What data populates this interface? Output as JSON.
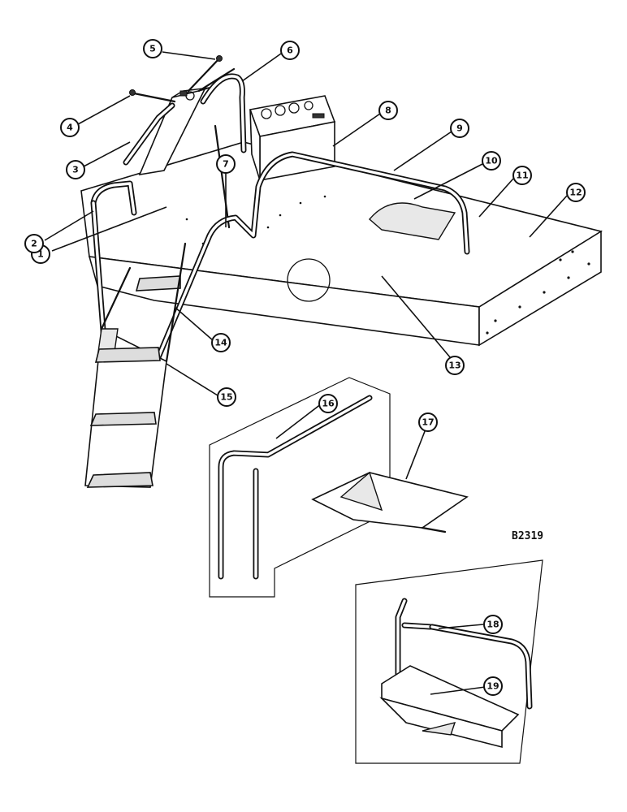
{
  "drawing_reference": "B2319",
  "callouts": [
    "1",
    "2",
    "3",
    "4",
    "5",
    "6",
    "7",
    "8",
    "9",
    "10",
    "11",
    "12",
    "13",
    "14",
    "15",
    "16",
    "17",
    "18",
    "19"
  ]
}
